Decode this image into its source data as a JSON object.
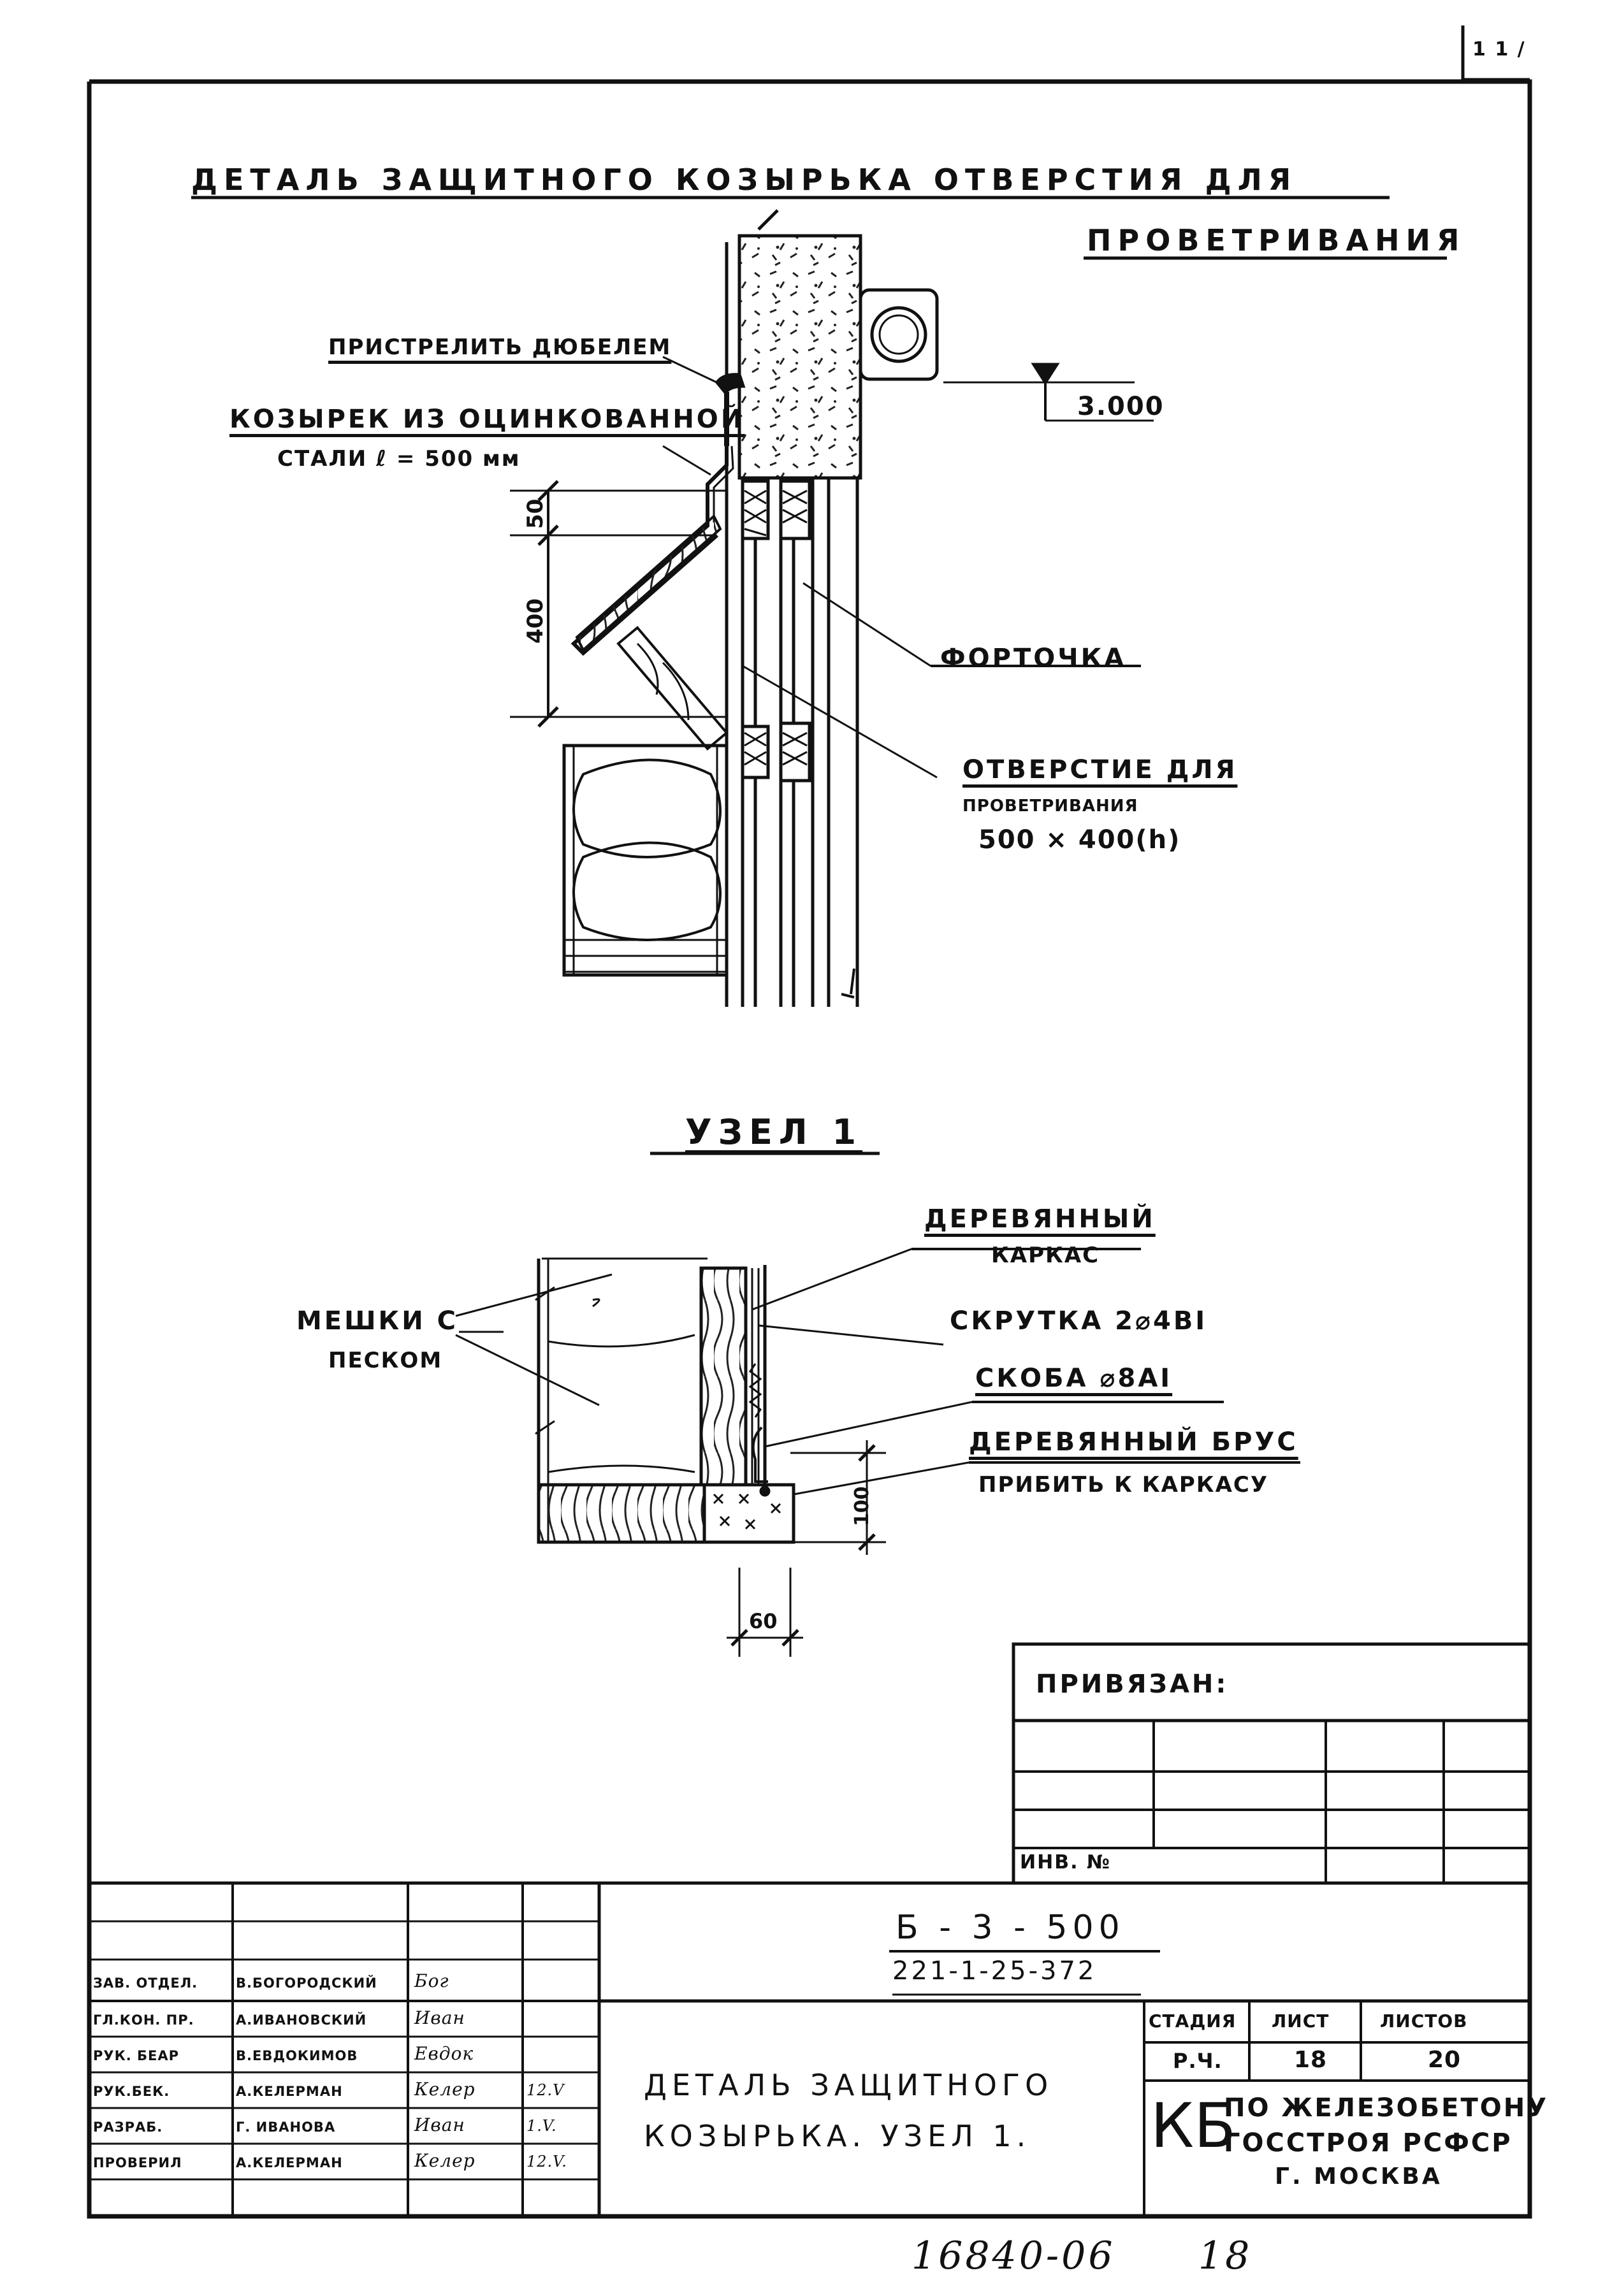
{
  "corner_mark": "1 1 /",
  "drawing": {
    "title_line1": "ДЕТАЛЬ ЗАЩИТНОГО КОЗЫРЬКА ОТВЕРСТИЯ ДЛЯ",
    "title_line2": "ПРОВЕТРИВАНИЯ",
    "label_fasten": "ПРИСТРЕЛИТЬ ДЮБЕЛЕМ",
    "label_canopy_1": "КОЗЫРЕК ИЗ ОЦИНКОВАННОЙ",
    "label_canopy_2": "СТАЛИ ℓ = 500 мм",
    "label_level": "3.000",
    "label_fortochka": "ФОРТОЧКА",
    "label_opening_1": "ОТВЕРСТИЕ ДЛЯ",
    "label_opening_2": "ПРОВЕТРИВАНИЯ",
    "label_opening_3": "500 × 400(h)",
    "dim_50": "50",
    "dim_400": "400"
  },
  "node": {
    "title": "УЗЕЛ 1",
    "label_frame_1": "ДЕРЕВЯННЫЙ",
    "label_frame_2": "КАРКАС",
    "label_bags_1": "МЕШКИ С",
    "label_bags_2": "ПЕСКОМ",
    "label_twist": "СКРУТКА 2⌀4ВІ",
    "label_bracket": "СКОБА ⌀8АІ",
    "label_beam_1": "ДЕРЕВЯННЫЙ БРУС",
    "label_beam_2": "ПРИБИТЬ К КАРКАСУ",
    "dim_100": "100",
    "dim_60": "60"
  },
  "binding": {
    "title": "ПРИВЯЗАН:",
    "inv": "ИНВ. №"
  },
  "title_block": {
    "code_1": "Б - 3 - 500",
    "code_2": "221-1-25-372",
    "name_1": "ДЕТАЛЬ ЗАЩИТНОГО",
    "name_2": "КОЗЫРЬКА. УЗЕЛ 1.",
    "stage_h": "СТАДИЯ",
    "sheet_h": "ЛИСТ",
    "sheets_h": "ЛИСТОВ",
    "stage": "Р.Ч.",
    "sheet": "18",
    "sheets": "20",
    "org_logo": "КБ",
    "org_1": "ПО ЖЕЛЕЗОБЕТОНУ",
    "org_2": "ГОССТРОЯ РСФСР",
    "org_3": "Г. МОСКВА",
    "rows": [
      {
        "role": "ЗАВ. ОТДЕЛ.",
        "name": "В.БОГОРОДСКИЙ",
        "sign": "Бог",
        "date": ""
      },
      {
        "role": "ГЛ.КОН. ПР.",
        "name": "А.ИВАНОВСКИЙ",
        "sign": "Иван",
        "date": ""
      },
      {
        "role": "РУК. БЕАР",
        "name": "В.ЕВДОКИМОВ",
        "sign": "Евдок",
        "date": ""
      },
      {
        "role": "РУК.БЕК.",
        "name": "А.КЕЛЕРМАН",
        "sign": "Келер",
        "date": "12.V"
      },
      {
        "role": "РАЗРАБ.",
        "name": "Г. ИВАНОВА",
        "sign": "Иван",
        "date": "1.V."
      },
      {
        "role": "ПРОВЕРИЛ",
        "name": "А.КЕЛЕРМАН",
        "sign": "Келер",
        "date": "12.V."
      }
    ]
  },
  "footer": {
    "archive": "16840-06",
    "page": "18"
  }
}
